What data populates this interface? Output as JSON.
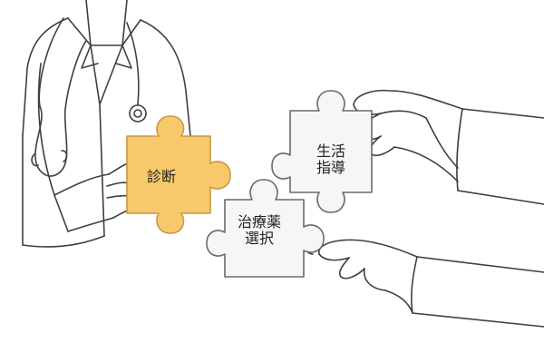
{
  "puzzle_pieces": [
    {
      "id": "diagnosis",
      "lines": [
        "診断"
      ],
      "fill": "#f7c96c",
      "stroke": "#c79a3e"
    },
    {
      "id": "medication",
      "lines": [
        "治療薬",
        "選択"
      ],
      "fill": "#f6f6f6",
      "stroke": "#6a6a6a"
    },
    {
      "id": "lifestyle",
      "lines": [
        "生活",
        "指導"
      ],
      "fill": "#f6f6f6",
      "stroke": "#6a6a6a"
    }
  ],
  "colors": {
    "line_art": "#3f3f3f",
    "background": "#ffffff"
  }
}
